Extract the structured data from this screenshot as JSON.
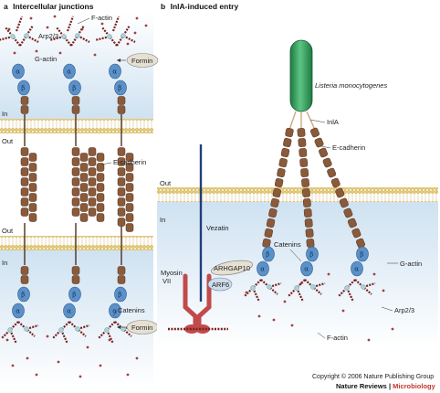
{
  "panel_a": {
    "letter": "a",
    "title": "Intercellular junctions",
    "labels": {
      "arp23": "Arp2/3",
      "factin": "F-actin",
      "gactin": "G-actin",
      "formin_top": "Formin",
      "in_top": "In",
      "out_top": "Out",
      "ecadherin": "E-cadherin",
      "out_bottom": "Out",
      "in_bottom": "In",
      "catenins": "Catenins",
      "formin_bottom": "Formin"
    }
  },
  "panel_b": {
    "letter": "b",
    "title": "InlA-induced entry",
    "labels": {
      "listeria": "Listeria monocytogenes",
      "inla": "InlA",
      "ecadherin": "E-cadherin",
      "out": "Out",
      "in": "In",
      "vezatin": "Vezatin",
      "catenins": "Catenins",
      "gactin": "G-actin",
      "myosin": "Myosin",
      "myosin_vii": "VII",
      "arhgap10": "ARHGAP10",
      "arf6": "ARF6",
      "factin": "F-actin",
      "arp23": "Arp2/3"
    }
  },
  "greek": {
    "alpha": "α",
    "beta": "β"
  },
  "footer": {
    "copyright": "Copyright © 2006 Nature Publishing Group",
    "journal_a": "Nature Reviews",
    "journal_sep": " | ",
    "journal_b": "Microbiology"
  },
  "colors": {
    "membrane_head": "#f0d98a",
    "cytoplasm": "#cfe2f1",
    "cadherin": "#8a5a3a",
    "alpha_catenin": "#5b91c8",
    "beta_catenin": "#5b91c8",
    "actin": "#7a1f1f",
    "listeria": "#2f9c58",
    "myosin": "#c14a4a",
    "formin": "#e6e0d2"
  }
}
